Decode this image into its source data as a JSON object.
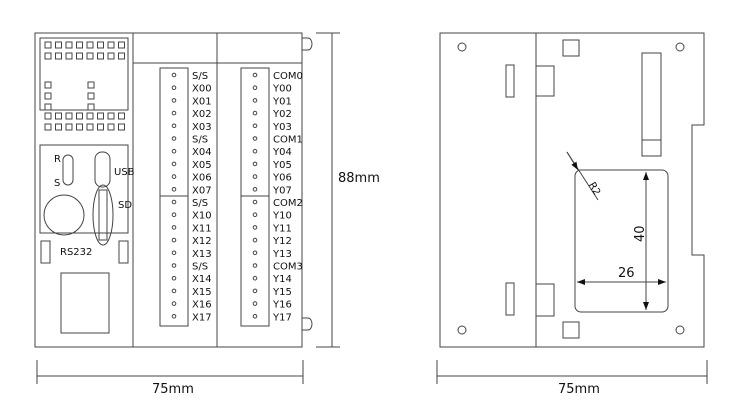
{
  "front_view": {
    "inputs": [
      "S/S",
      "X00",
      "X01",
      "X02",
      "X03",
      "S/S",
      "X04",
      "X05",
      "X06",
      "X07",
      "S/S",
      "X10",
      "X11",
      "X12",
      "X13",
      "S/S",
      "X14",
      "X15",
      "X16",
      "X17"
    ],
    "outputs": [
      "COM0",
      "Y00",
      "Y01",
      "Y02",
      "Y03",
      "COM1",
      "Y04",
      "Y05",
      "Y06",
      "Y07",
      "COM2",
      "Y10",
      "Y11",
      "Y12",
      "Y13",
      "COM3",
      "Y14",
      "Y15",
      "Y16",
      "Y17"
    ],
    "run_label": "R",
    "stop_label": "S",
    "usb_label": "USB",
    "sd_label": "SD",
    "rs232_label": "RS232",
    "height_dim": "88mm",
    "width_dim": "75mm"
  },
  "back_view": {
    "radius_dim": "R2",
    "cutout_height": "40",
    "cutout_width": "26",
    "width_dim": "75mm"
  }
}
